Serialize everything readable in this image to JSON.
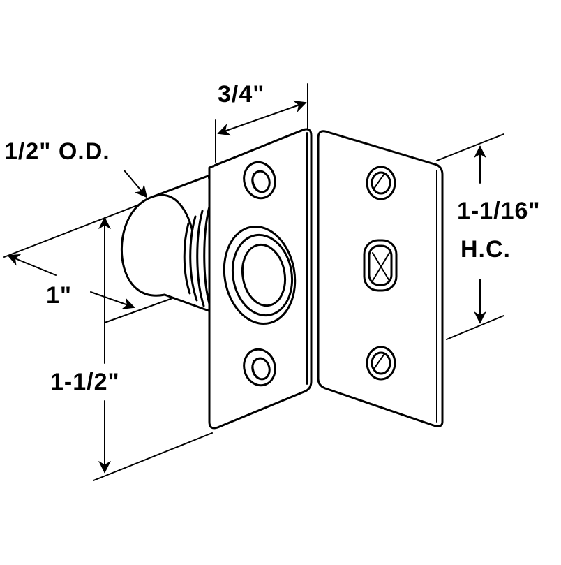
{
  "labels": {
    "width": "3/4\"",
    "diameter": "1/2\" O.D.",
    "depth": "1\"",
    "height": "1-1/2\"",
    "hole_center": "1-1/16\"",
    "hole_center_abbr": "H.C."
  },
  "colors": {
    "line": "#000000",
    "background": "#ffffff"
  }
}
